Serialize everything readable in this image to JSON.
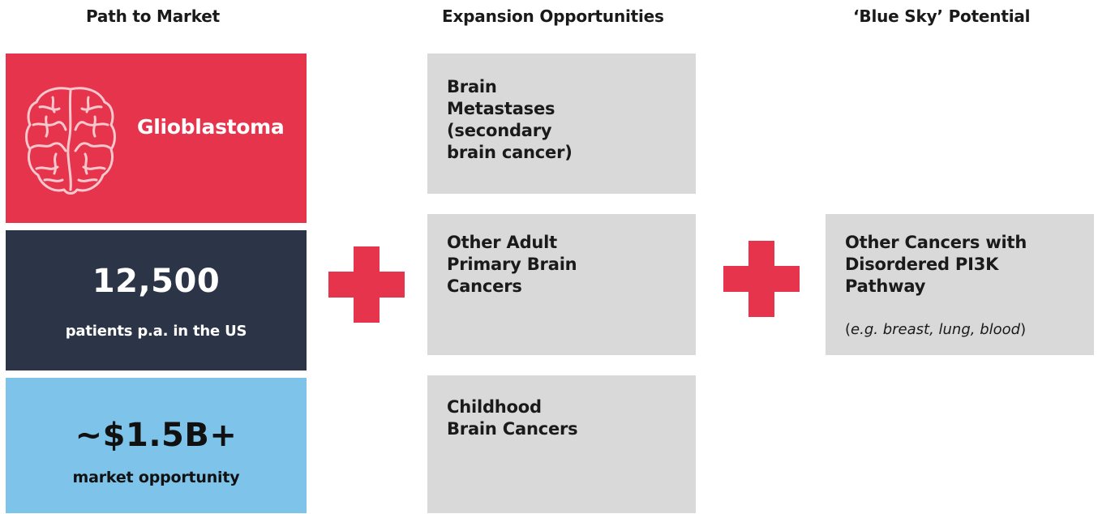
{
  "headers": {
    "col1": "Path to Market",
    "col2": "Expansion Opportunities",
    "col3": "‘Blue Sky’ Potential"
  },
  "path_to_market": {
    "indication": "Glioblastoma",
    "patients_value": "12,500",
    "patients_label": "patients p.a. in the US",
    "market_value": "~$1.5B+",
    "market_label": "market opportunity",
    "icon": "brain-icon"
  },
  "expansion": [
    {
      "lines": [
        "Brain",
        "Metastases",
        "(secondary",
        "brain cancer)"
      ]
    },
    {
      "lines": [
        "Other Adult",
        "Primary Brain",
        "Cancers"
      ]
    },
    {
      "lines": [
        "Childhood",
        "Brain Cancers"
      ]
    }
  ],
  "blue_sky": {
    "lines": [
      "Other Cancers with",
      "Disordered PI3K",
      "Pathway"
    ],
    "examples": "e.g. breast, lung, blood"
  },
  "colors": {
    "red": "#e5344b",
    "navy": "#2c3547",
    "light_blue": "#7ec4ea",
    "grey": "#d9d9d9"
  }
}
